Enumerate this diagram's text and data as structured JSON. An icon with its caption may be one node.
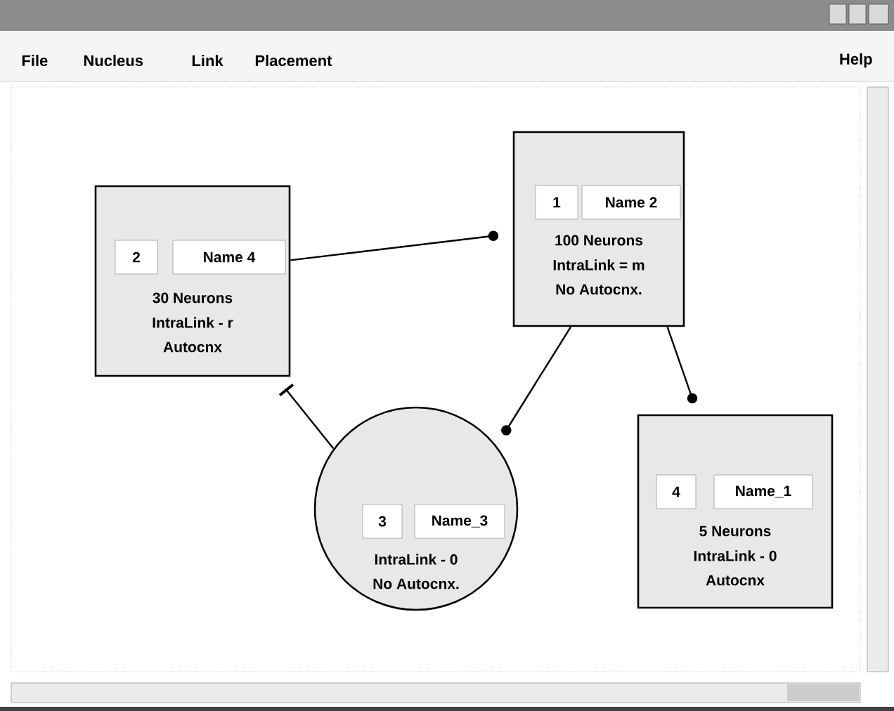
{
  "diagram": {
    "nodes": [
      {
        "text": [
          "100 Neurons",
          "IntraLink = m",
          "No Autocnx."
        ]
      },
      {
        "text": [
          "1"
        ],
        "in": 0
      },
      {
        "text": [
          "Name 2"
        ],
        "in": 0
      },
      {
        "text": [
          "30 Neurons",
          "IntraLink - r",
          "Autocnx"
        ]
      },
      {
        "text": [
          "2"
        ],
        "in": 3
      },
      {
        "text": [
          "Name 4"
        ],
        "in": 3
      },
      {
        "text": [
          "IntraLink - 0",
          "No Autocnx."
        ]
      },
      {
        "text": [
          "3"
        ],
        "in": 6
      },
      {
        "text": [
          "Name_3"
        ],
        "in": 6
      },
      {
        "text": [
          "5 Neurons",
          "IntraLink - 0",
          "Autocnx"
        ]
      },
      {
        "text": [
          "4"
        ],
        "in": 9
      },
      {
        "text": [
          "Name_1"
        ],
        "in": 9
      }
    ],
    "edges": [
      {
        "from": 3,
        "to": 0,
        "arrow": "other"
      },
      {
        "from": 0,
        "to": 6,
        "arrow": "other"
      },
      {
        "from": 0,
        "to": 9,
        "arrow": "other"
      },
      {
        "from": 6,
        "to": 3,
        "arrow": "other"
      }
    ],
    "labels": [
      "File",
      "Nucleus",
      "Link",
      "Placement",
      "Help"
    ]
  }
}
